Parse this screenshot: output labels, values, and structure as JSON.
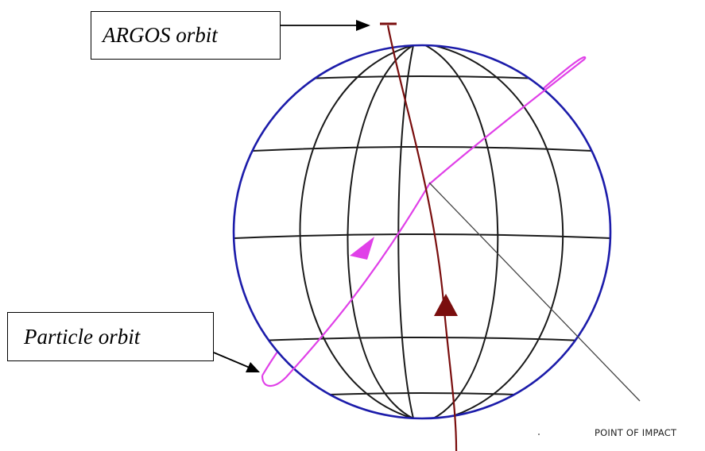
{
  "labels": {
    "argos_orbit": "ARGOS orbit",
    "particle_orbit": "Particle orbit",
    "point_of_impact": "POINT OF IMPACT"
  },
  "colors": {
    "globe_outline": "#1c1caa",
    "grid": "#1a1a1a",
    "argos_orbit": "#7a0e0e",
    "particle_orbit": "#e040e8",
    "leader_line": "#444444",
    "label_border": "#000000"
  }
}
